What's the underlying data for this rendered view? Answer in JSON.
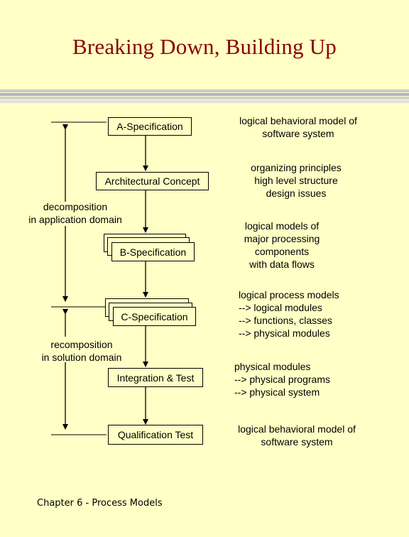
{
  "title": "Breaking Down, Building Up",
  "boxes": {
    "a_spec": "A-Specification",
    "arch": "Architectural Concept",
    "b_spec": "B-Specification",
    "c_spec": "C-Specification",
    "integration": "Integration & Test",
    "qualification": "Qualification Test"
  },
  "side_labels": {
    "decomposition": "decomposition\nin application domain",
    "recomposition": "recomposition\nin solution domain"
  },
  "notes": {
    "n1": "logical behavioral model of\nsoftware system",
    "n2": "organizing principles\nhigh level structure\ndesign issues",
    "n3": "logical models of\nmajor processing\ncomponents\nwith data flows",
    "n4": "logical process models\n--> logical modules\n--> functions, classes\n--> physical modules",
    "n5": "physical modules\n--> physical programs\n--> physical system",
    "n6": "logical behavioral model of\nsoftware system"
  },
  "footer": "Chapter 6 - Process Models"
}
